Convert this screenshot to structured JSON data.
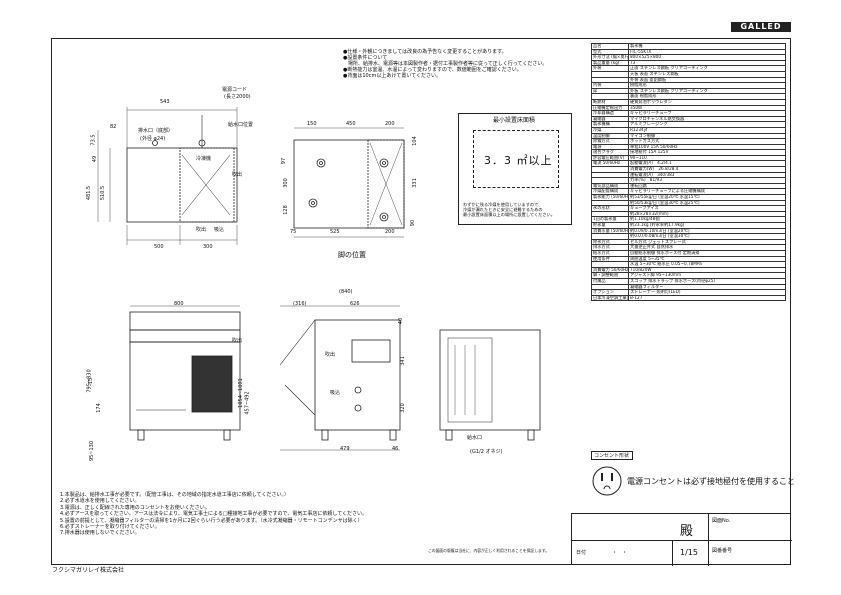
{
  "logo": "GALLED",
  "company": "フクシマガリレイ株式会社",
  "notes_top": [
    "●仕様・外観につきましては改良の為予告なく変更することがあります。",
    "●設置条件について",
    "　場所、給排水、電源等は本図製作者・据付工事製作者等に従って正しく行ってください。",
    "●断熱能力は室温、水温によって変わりますので、数値範囲をご確認ください。",
    "●背面は10cm以上あけて置いてください。"
  ],
  "min_space": {
    "title": "最小設置床面積",
    "value": "3．3 ㎡以上",
    "note": [
      "わずかに残る冷媒を使用していますので、",
      "冷媒が漏れたときに安全に避難するための",
      "最小設置床面積以上の場所に設置してください。"
    ]
  },
  "front_top": {
    "dims": [
      "543",
      "82",
      "73.5",
      "49",
      "481.5",
      "510.5",
      "500",
      "300"
    ],
    "labels": {
      "cord": "電源コード",
      "cord_len": "(長さ2000)",
      "drain": "排水口（底部）",
      "drain_size": "(外径 φ24)",
      "water_supply": "給水口位置",
      "freezer": "冷凍機",
      "air_out": "吹出",
      "air_in": "吸込"
    }
  },
  "feet": {
    "title": "脚の位置",
    "dims": [
      "150",
      "450",
      "200",
      "97",
      "300",
      "128",
      "75",
      "525",
      "200",
      "104",
      "331",
      "90"
    ]
  },
  "side_views": {
    "dims": [
      "800",
      "(840)",
      "(316)",
      "626",
      "795~830",
      "15",
      "174",
      "95~130",
      "1054~1091",
      "457~492",
      "479",
      "46",
      "40",
      "320",
      "341"
    ],
    "labels": {
      "air_out": "吹出",
      "air_in": "吸込",
      "water_supply": "給水口",
      "water_supply_size": "(G1/2 オネジ)"
    }
  },
  "notes_bottom": [
    "1.本製品は、給排水工事が必要です。（配管工事は、その地域の指定水道工事店に依頼してください。）",
    "2.必ず水道水を使用してください。",
    "3.電源は、正しく配線された専用のコンセントをお使いください。",
    "4.必ずアースを取ってください。アースは法令により、電気工事士による□種接地工事が必要ですので、電気工事店に依頼してください。",
    "5.設置の前提として、凝縮器フィルターの清掃を1か月に2回ぐらい行う必要があります。（水冷式凝縮器・リモートコンデンサは除く）",
    "6.必ずストレーナーを取り付けてください。",
    "7.排水器は使用しないでください。"
  ],
  "footer_small": "この図面の版権は当社に、内容が正しく利用されることを保証します。",
  "outlet": {
    "label": "コンセント形状",
    "text": "電源コンセントは必ず接地極付を使用すること"
  },
  "title_block": {
    "recipient": "殿",
    "drawing_no_label": "図面No.",
    "date_label": "日付",
    "date_value": "・　・",
    "scale": "1/15",
    "drawing_code_label": "図番番号"
  },
  "spec": [
    [
      "品名",
      "製氷機"
    ],
    [
      "型式",
      "FIC-55KTX"
    ],
    [
      "外形寸法 (幅×奥行×高さ)",
      "800×525×800"
    ],
    [
      "製品重量 (kg)",
      "73"
    ],
    [
      "外装",
      "正面 ステンレス鋼板 クリアコーティング"
    ],
    [
      "",
      "天板 表面 ステンレス鋼板"
    ],
    [
      "",
      "外装 表面 亜鉛鋼板"
    ],
    [
      "内装",
      "樹脂成形"
    ],
    [
      "扉",
      "外板 ステンレス鋼板 クリアコーティング"
    ],
    [
      "",
      "裏面 樹脂成形"
    ],
    [
      "断熱材",
      "硬質発泡ポリウレタン"
    ],
    [
      "圧縮機定格出力",
      "350W"
    ],
    [
      "冷却器構造",
      "キャピラリーチューブ"
    ],
    [
      "凝縮器",
      "マイクロチャンネル熱交換器"
    ],
    [
      "製氷機構",
      "アルミプレージング"
    ],
    [
      "冷媒",
      "R1234yf"
    ],
    [
      "温度制御",
      "マイコン制御"
    ],
    [
      "除霜方式",
      "ホットガス方式"
    ],
    [
      "電源",
      "単相100V 15A 50/60Hz"
    ],
    [
      "適合プラグ",
      "接地極付 15A 125V"
    ],
    [
      "許容電圧範囲(V)",
      "90~110"
    ],
    [
      "電流 50/60Hz",
      "起動電流(A)　4.2/4.1"
    ],
    [
      "",
      "消費電力(W)　26.8/28.4"
    ],
    [
      "",
      "運転電流(A)　340/383"
    ],
    [
      "",
      "力率(%)　81/93"
    ],
    [
      "電気部品構成",
      "運転回路"
    ],
    [
      "冷媒配管構成",
      "キャピラリーチューブによる圧縮機構成"
    ],
    [
      "製氷能力 (50/60Hz)",
      "約53/55kg/日 (室温20℃ 水温15℃)"
    ],
    [
      "",
      "約50/53kg/日 (室温30℃ 水温25℃)"
    ],
    [
      "氷の形状",
      "キューブアイス"
    ],
    [
      "",
      "約28×28×32(mm)"
    ],
    [
      "1回の製氷量",
      "約1.10kg/48個"
    ],
    [
      "貯氷量",
      "約23.1kg (貯氷率約17.9kg)"
    ],
    [
      "消費水量 (50/60Hz)",
      "約0.09/0.10m3/日 (室温20℃)"
    ],
    [
      "",
      "約0.07/0.08m3/日 (室温30℃)"
    ],
    [
      "除氷方式",
      "セル方式 ジェットスプレー式"
    ],
    [
      "排水方式",
      "大量逆止弁式 自然排水"
    ],
    [
      "給水方式",
      "自動給水制御 排水ホース付 定期清掃"
    ],
    [
      "使用条件",
      "周囲温度 5~35℃"
    ],
    [
      "",
      "水温 5~30℃ 給水圧 0.05~0.78MPa"
    ],
    [
      "消費電力 50/60Hz",
      "710/820W"
    ],
    [
      "脚・調整範囲",
      "アジャスト脚 95~130mm"
    ],
    [
      "付属品",
      "スコップ 排水トラップ 排水ホース(内径φ25)"
    ],
    [
      "",
      "凝縮器フィルター"
    ],
    [
      "オプション",
      "ストレーナー 照明灯(LED)"
    ],
    [
      "日本冷凍空調工業会登録番号",
      "B-127"
    ]
  ]
}
